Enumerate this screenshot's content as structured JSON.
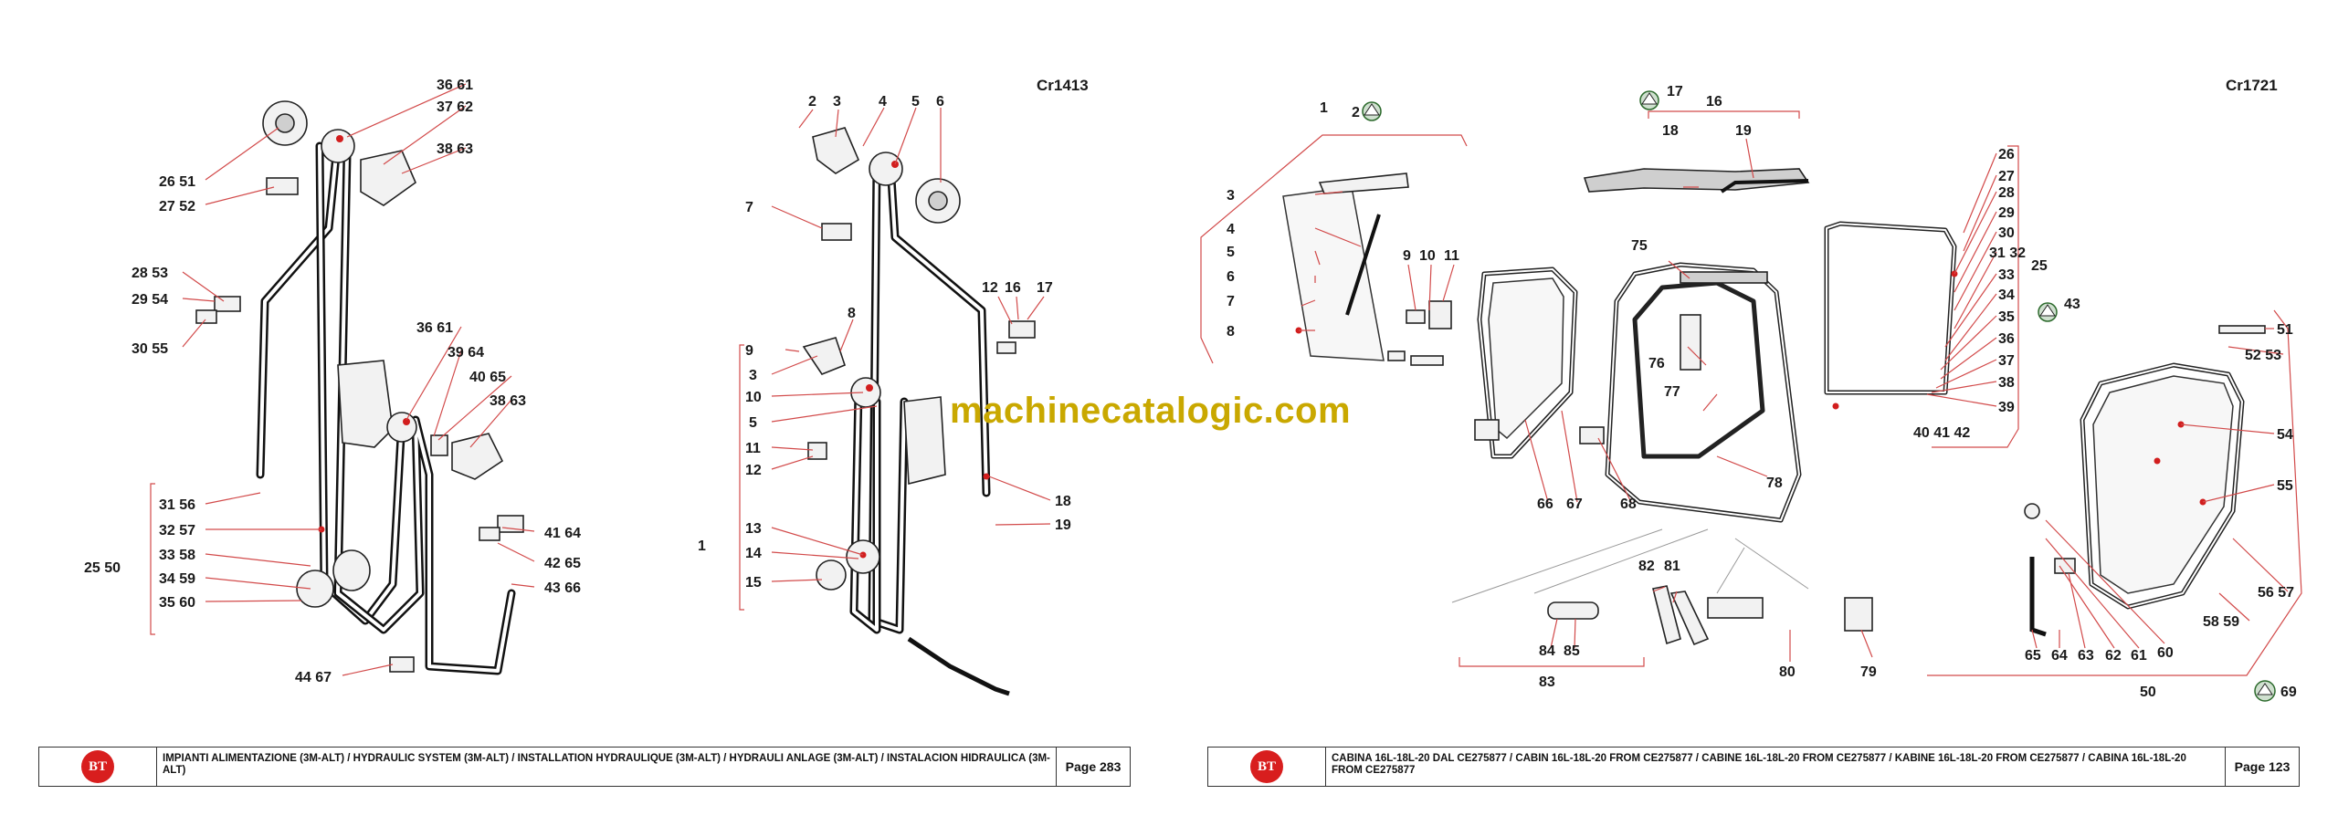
{
  "left_page": {
    "code": "Cr1413",
    "footer": {
      "logo_text": "BT",
      "title": "IMPIANTI ALIMENTAZIONE (3M-ALT) / HYDRAULIC SYSTEM (3M-ALT) / INSTALLATION HYDRAULIQUE (3M-ALT) / HYDRAULI ANLAGE (3M-ALT) / INSTALACION HIDRAULICA (3M-ALT)",
      "page": "Page 283"
    },
    "callouts": [
      "36 61",
      "37 62",
      "38 63",
      "26 51",
      "27 52",
      "28 53",
      "29 54",
      "30 55",
      "36 61",
      "39 64",
      "40 65",
      "38 63",
      "31 56",
      "32 57",
      "33 58",
      "34 59",
      "35 60",
      "25 50",
      "41 64",
      "42 65",
      "43 66",
      "44 67",
      "2",
      "3",
      "4",
      "5",
      "6",
      "7",
      "8",
      "9",
      "3",
      "10",
      "5",
      "11",
      "12",
      "13",
      "14",
      "15",
      "1",
      "12",
      "16",
      "17",
      "18",
      "19"
    ]
  },
  "right_page": {
    "code": "Cr1721",
    "footer": {
      "logo_text": "BT",
      "title": "CABINA 16L-18L-20 DAL CE275877 / CABIN 16L-18L-20 FROM CE275877 / CABINE 16L-18L-20 FROM CE275877 / KABINE 16L-18L-20 FROM CE275877 / CABINA 16L-18L-20 FROM CE275877",
      "page": "Page 123"
    },
    "callouts": [
      "1",
      "2",
      "3",
      "4",
      "5",
      "6",
      "7",
      "8",
      "9",
      "10",
      "11",
      "17",
      "16",
      "18",
      "19",
      "75",
      "76",
      "77",
      "78",
      "66",
      "67",
      "68",
      "82",
      "81",
      "84",
      "85",
      "83",
      "80",
      "79",
      "26",
      "27",
      "28",
      "29",
      "30",
      "31 32",
      "25",
      "33",
      "34",
      "35",
      "36",
      "37",
      "38",
      "39",
      "40 41 42",
      "43",
      "51",
      "52 53",
      "54",
      "55",
      "56 57",
      "58 59",
      "65",
      "64",
      "63",
      "62",
      "61",
      "60",
      "50",
      "69"
    ]
  },
  "watermark": "machinecatalogic.com"
}
